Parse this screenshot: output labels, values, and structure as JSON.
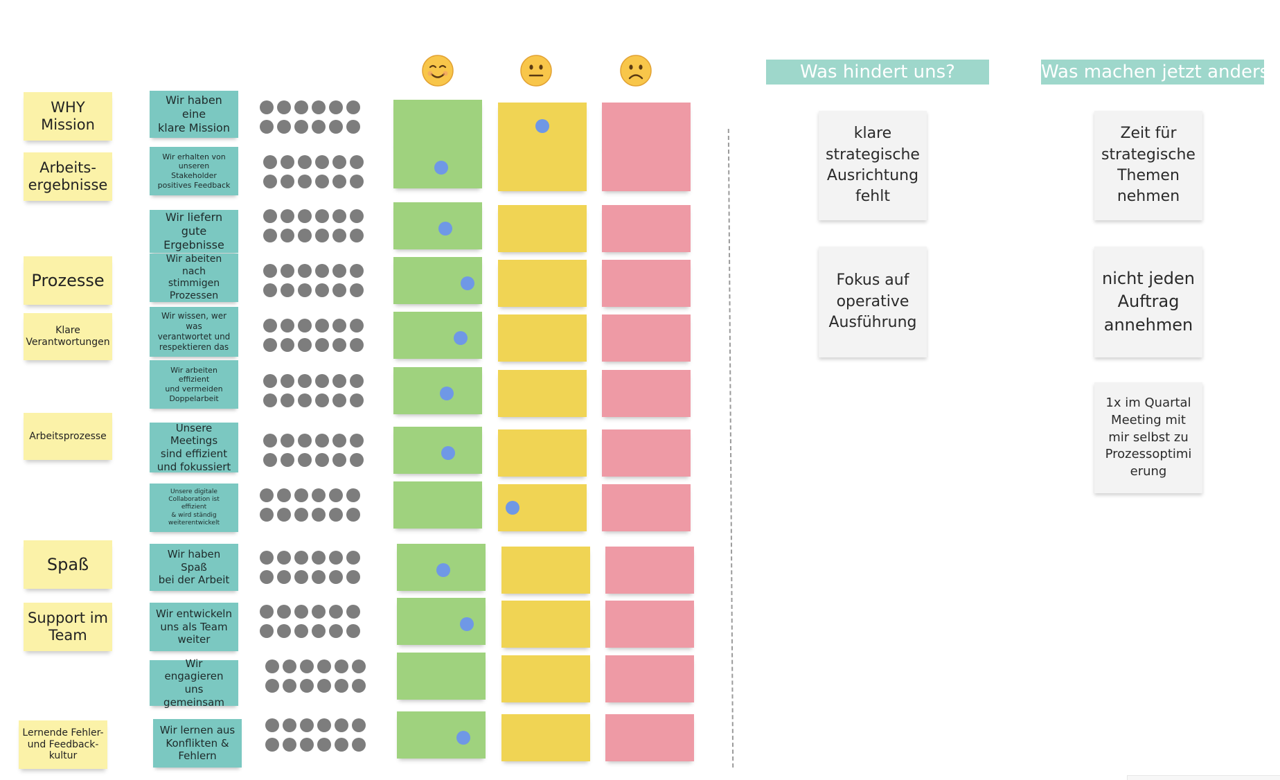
{
  "board": {
    "rating_emojis": [
      "smiling-face-icon",
      "neutral-face-icon",
      "frowning-face-icon"
    ],
    "columns": [
      {
        "id": "obstacles",
        "header": "Was hindert uns?"
      },
      {
        "id": "actions",
        "header": "Was machen jetzt anders?"
      }
    ],
    "colors": {
      "category_note": "#fbf2a8",
      "statement_note": "#7bc8c1",
      "rating_good": "#9fd27e",
      "rating_neutral": "#f0d454",
      "rating_bad": "#ee9aa5",
      "vote_dot": "#6f98e6",
      "voter_dot": "#7d7d7d",
      "column_header": "#9ed7cb"
    }
  },
  "categories": [
    {
      "label": "WHY\nMission"
    },
    {
      "label": "Arbeits-\nergebnisse"
    },
    {
      "label": "Prozesse"
    },
    {
      "label": "Klare\nVerantwortungen"
    },
    {
      "label": "Arbeitsprozesse"
    },
    {
      "label": "Spaß"
    },
    {
      "label": "Support im\nTeam"
    },
    {
      "label": "Lernende Fehler-\nund Feedback-\nkultur"
    }
  ],
  "statements": [
    {
      "text": "Wir haben eine\nklare Mission",
      "vote": "neutral"
    },
    {
      "text": "Wir erhalten von\nunseren Stakeholder\npositives Feedback",
      "vote": "good"
    },
    {
      "text": "Wir liefern gute\nErgebnisse",
      "vote": "good"
    },
    {
      "text": "Wir abeiten nach\nstimmigen\nProzessen",
      "vote": "good"
    },
    {
      "text": "Wir wissen, wer was\nverantwortet und\nrespektieren das",
      "vote": "good"
    },
    {
      "text": "Wir arbeiten effizient\nund vermeiden\nDoppelarbeit",
      "vote": "good"
    },
    {
      "text": "Unsere Meetings\nsind effizient\nund fokussiert",
      "vote": "good"
    },
    {
      "text": "Unsere digitale\nCollaboration ist effizient\n& wird ständig\nweiterentwickelt",
      "vote": "neutral"
    },
    {
      "text": "Wir haben Spaß\nbei der Arbeit",
      "vote": "good"
    },
    {
      "text": "Wir entwickeln\nuns als Team\nweiter",
      "vote": "good"
    },
    {
      "text": "Wir engagieren\nuns gemeinsam",
      "vote": ""
    },
    {
      "text": "Wir lernen aus\nKonflikten &\nFehlern",
      "vote": "good"
    }
  ],
  "obstacles": [
    {
      "text": "klare\nstrategische\nAusrichtung\nfehlt"
    },
    {
      "text": "Fokus auf\noperative\nAusführung"
    }
  ],
  "actions": [
    {
      "text": "Zeit für\nstrategische\nThemen\nnehmen"
    },
    {
      "text": "nicht jeden\nAuftrag\nannehmen"
    },
    {
      "text": "1x im Quartal\nMeeting mit\nmir selbst zu\nProzessoptimi\nerung"
    }
  ]
}
